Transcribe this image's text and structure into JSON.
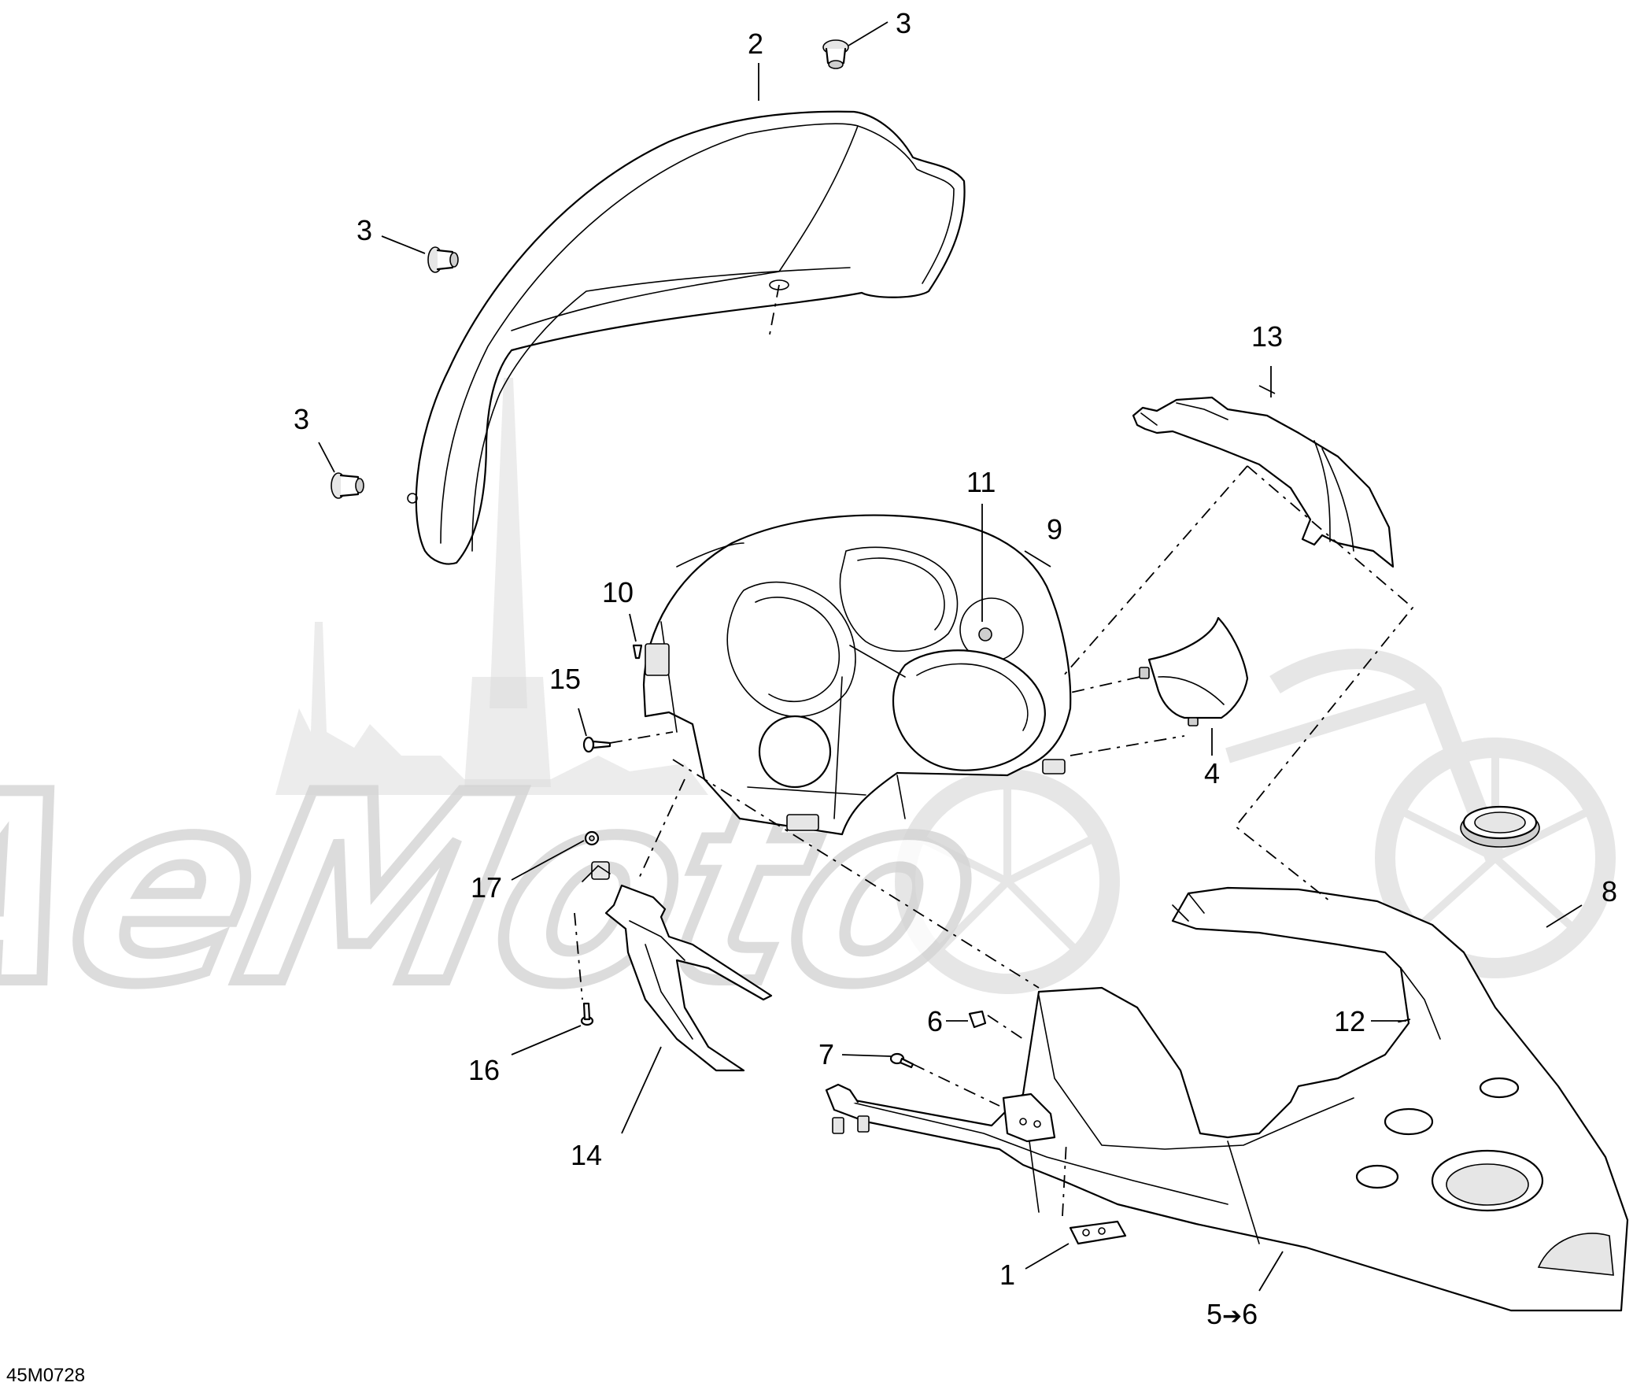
{
  "callouts": {
    "c1": "1",
    "c2": "2",
    "c3a": "3",
    "c3b": "3",
    "c3c": "3",
    "c4": "4",
    "c5": "5",
    "c5_6_target": "6",
    "c6": "6",
    "c7": "7",
    "c8": "8",
    "c9": "9",
    "c10": "10",
    "c11": "11",
    "c12": "12",
    "c13": "13",
    "c14": "14",
    "c15": "15",
    "c16": "16",
    "c17": "17"
  },
  "arrow_glyph": "➔",
  "diagram_code": "45M0728",
  "watermark": {
    "text": "AeМoto",
    "color": "#d4d4d4"
  },
  "colors": {
    "line": "#000000",
    "background": "#ffffff"
  }
}
